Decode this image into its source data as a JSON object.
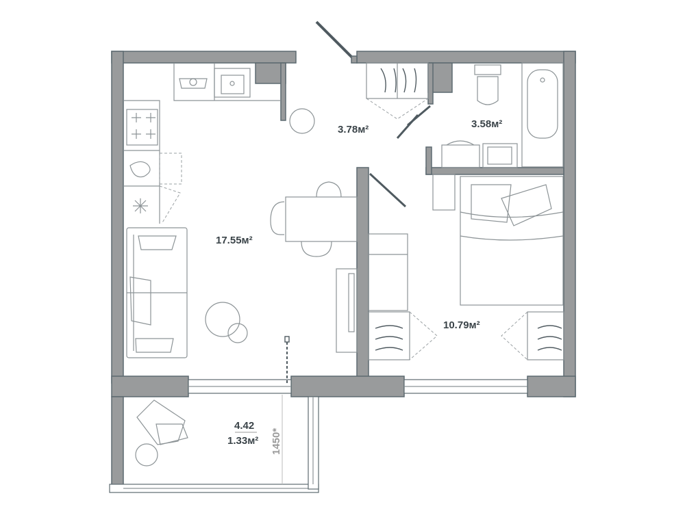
{
  "rooms": {
    "living_kitchen": {
      "area": "17.55м²"
    },
    "hall": {
      "area": "3.78м²"
    },
    "bathroom": {
      "area": "3.58м²"
    },
    "bedroom": {
      "area": "10.79м²"
    },
    "balcony": {
      "full_area": "4.42",
      "reduced_area": "1.33м²",
      "dimension": "1450*"
    }
  },
  "colors": {
    "wall": "#999b9c",
    "outline": "#5d6a70",
    "furniture": "#8c9396",
    "text": "#3b4449"
  }
}
